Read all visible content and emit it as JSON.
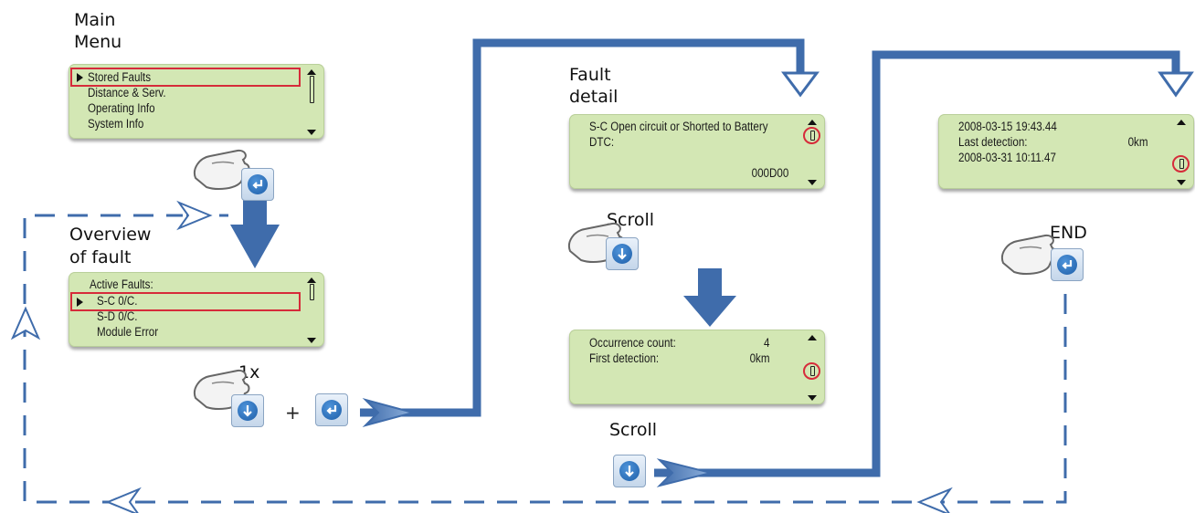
{
  "captions": {
    "main_menu_line1": "Main",
    "main_menu_line2": "Menu",
    "overview_line1": "Overview",
    "overview_line2": "of fault",
    "fault_detail_line1": "Fault",
    "fault_detail_line2": "detail",
    "scroll_1": "Scroll",
    "scroll_2": "Scroll",
    "end": "END",
    "press_count": "1x",
    "plus": "+"
  },
  "main_menu": {
    "items": [
      "Stored Faults",
      "Distance & Serv.",
      "Operating Info",
      "System Info"
    ]
  },
  "overview": {
    "items": [
      "Active Faults:",
      "S-C 0/C.",
      "S-D 0/C.",
      "Module Error"
    ]
  },
  "fault_detail": {
    "description": "S-C Open circuit or Shorted to Battery",
    "dtc_label": "DTC:",
    "dtc_value": "000D00"
  },
  "occurrence": {
    "count_label": "Occurrence count:",
    "count_value": "4",
    "first_label": "First detection:",
    "first_value": "0km"
  },
  "end_screen": {
    "timestamp_1": "2008-03-15 19:43.44",
    "last_label": "Last detection:",
    "last_value": "0km",
    "timestamp_2": "2008-03-31 10:11.47"
  },
  "icons": [
    "enter-button-icon",
    "down-arrow-button-icon",
    "pressing-finger-icon",
    "scroll-thumb-icon"
  ],
  "colors": {
    "flow_arrow": "#3f6cab",
    "lcd_background": "#d3e7b4",
    "highlight": "#d62b3a"
  }
}
